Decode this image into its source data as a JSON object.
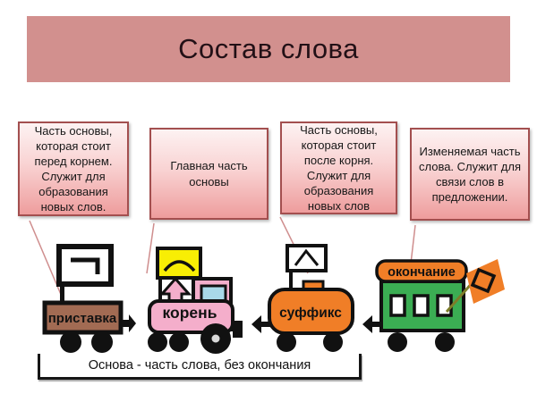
{
  "title": "Состав слова",
  "callouts": [
    {
      "id": "prefix",
      "text": "Часть основы, которая стоит перед корнем. Служит для образования новых слов."
    },
    {
      "id": "root",
      "text": "Главная часть основы"
    },
    {
      "id": "suffix",
      "text": "Часть основы, которая стоит после корня. Служит для образования новых слов"
    },
    {
      "id": "ending",
      "text": "Изменяемая часть слова. Служит для связи слов в предложении."
    }
  ],
  "train": {
    "prefix_label": "приставка",
    "root_label": "корень",
    "suffix_label": "суффикс",
    "ending_label": "окончание"
  },
  "bracket": {
    "label": "Основа - часть слова, без окончания"
  },
  "icons": {
    "prefix_symbol": "¬",
    "root_symbol": "⌒",
    "suffix_symbol": "^",
    "ending_symbol": "▭"
  },
  "colors": {
    "banner_bg": "#d2908e",
    "box_border": "#a34f4f",
    "box_top": "#fdf2f2",
    "box_bottom": "#ee9d9d",
    "prefix_fill": "#a26b53",
    "root_fill": "#f4aecb",
    "window_fill": "#a9d9e9",
    "flag_yellow": "#f8ee04",
    "orange_fill": "#f07e27",
    "green_fill": "#3bad53",
    "tail": "#cf8e8e",
    "ink": "#111111"
  }
}
